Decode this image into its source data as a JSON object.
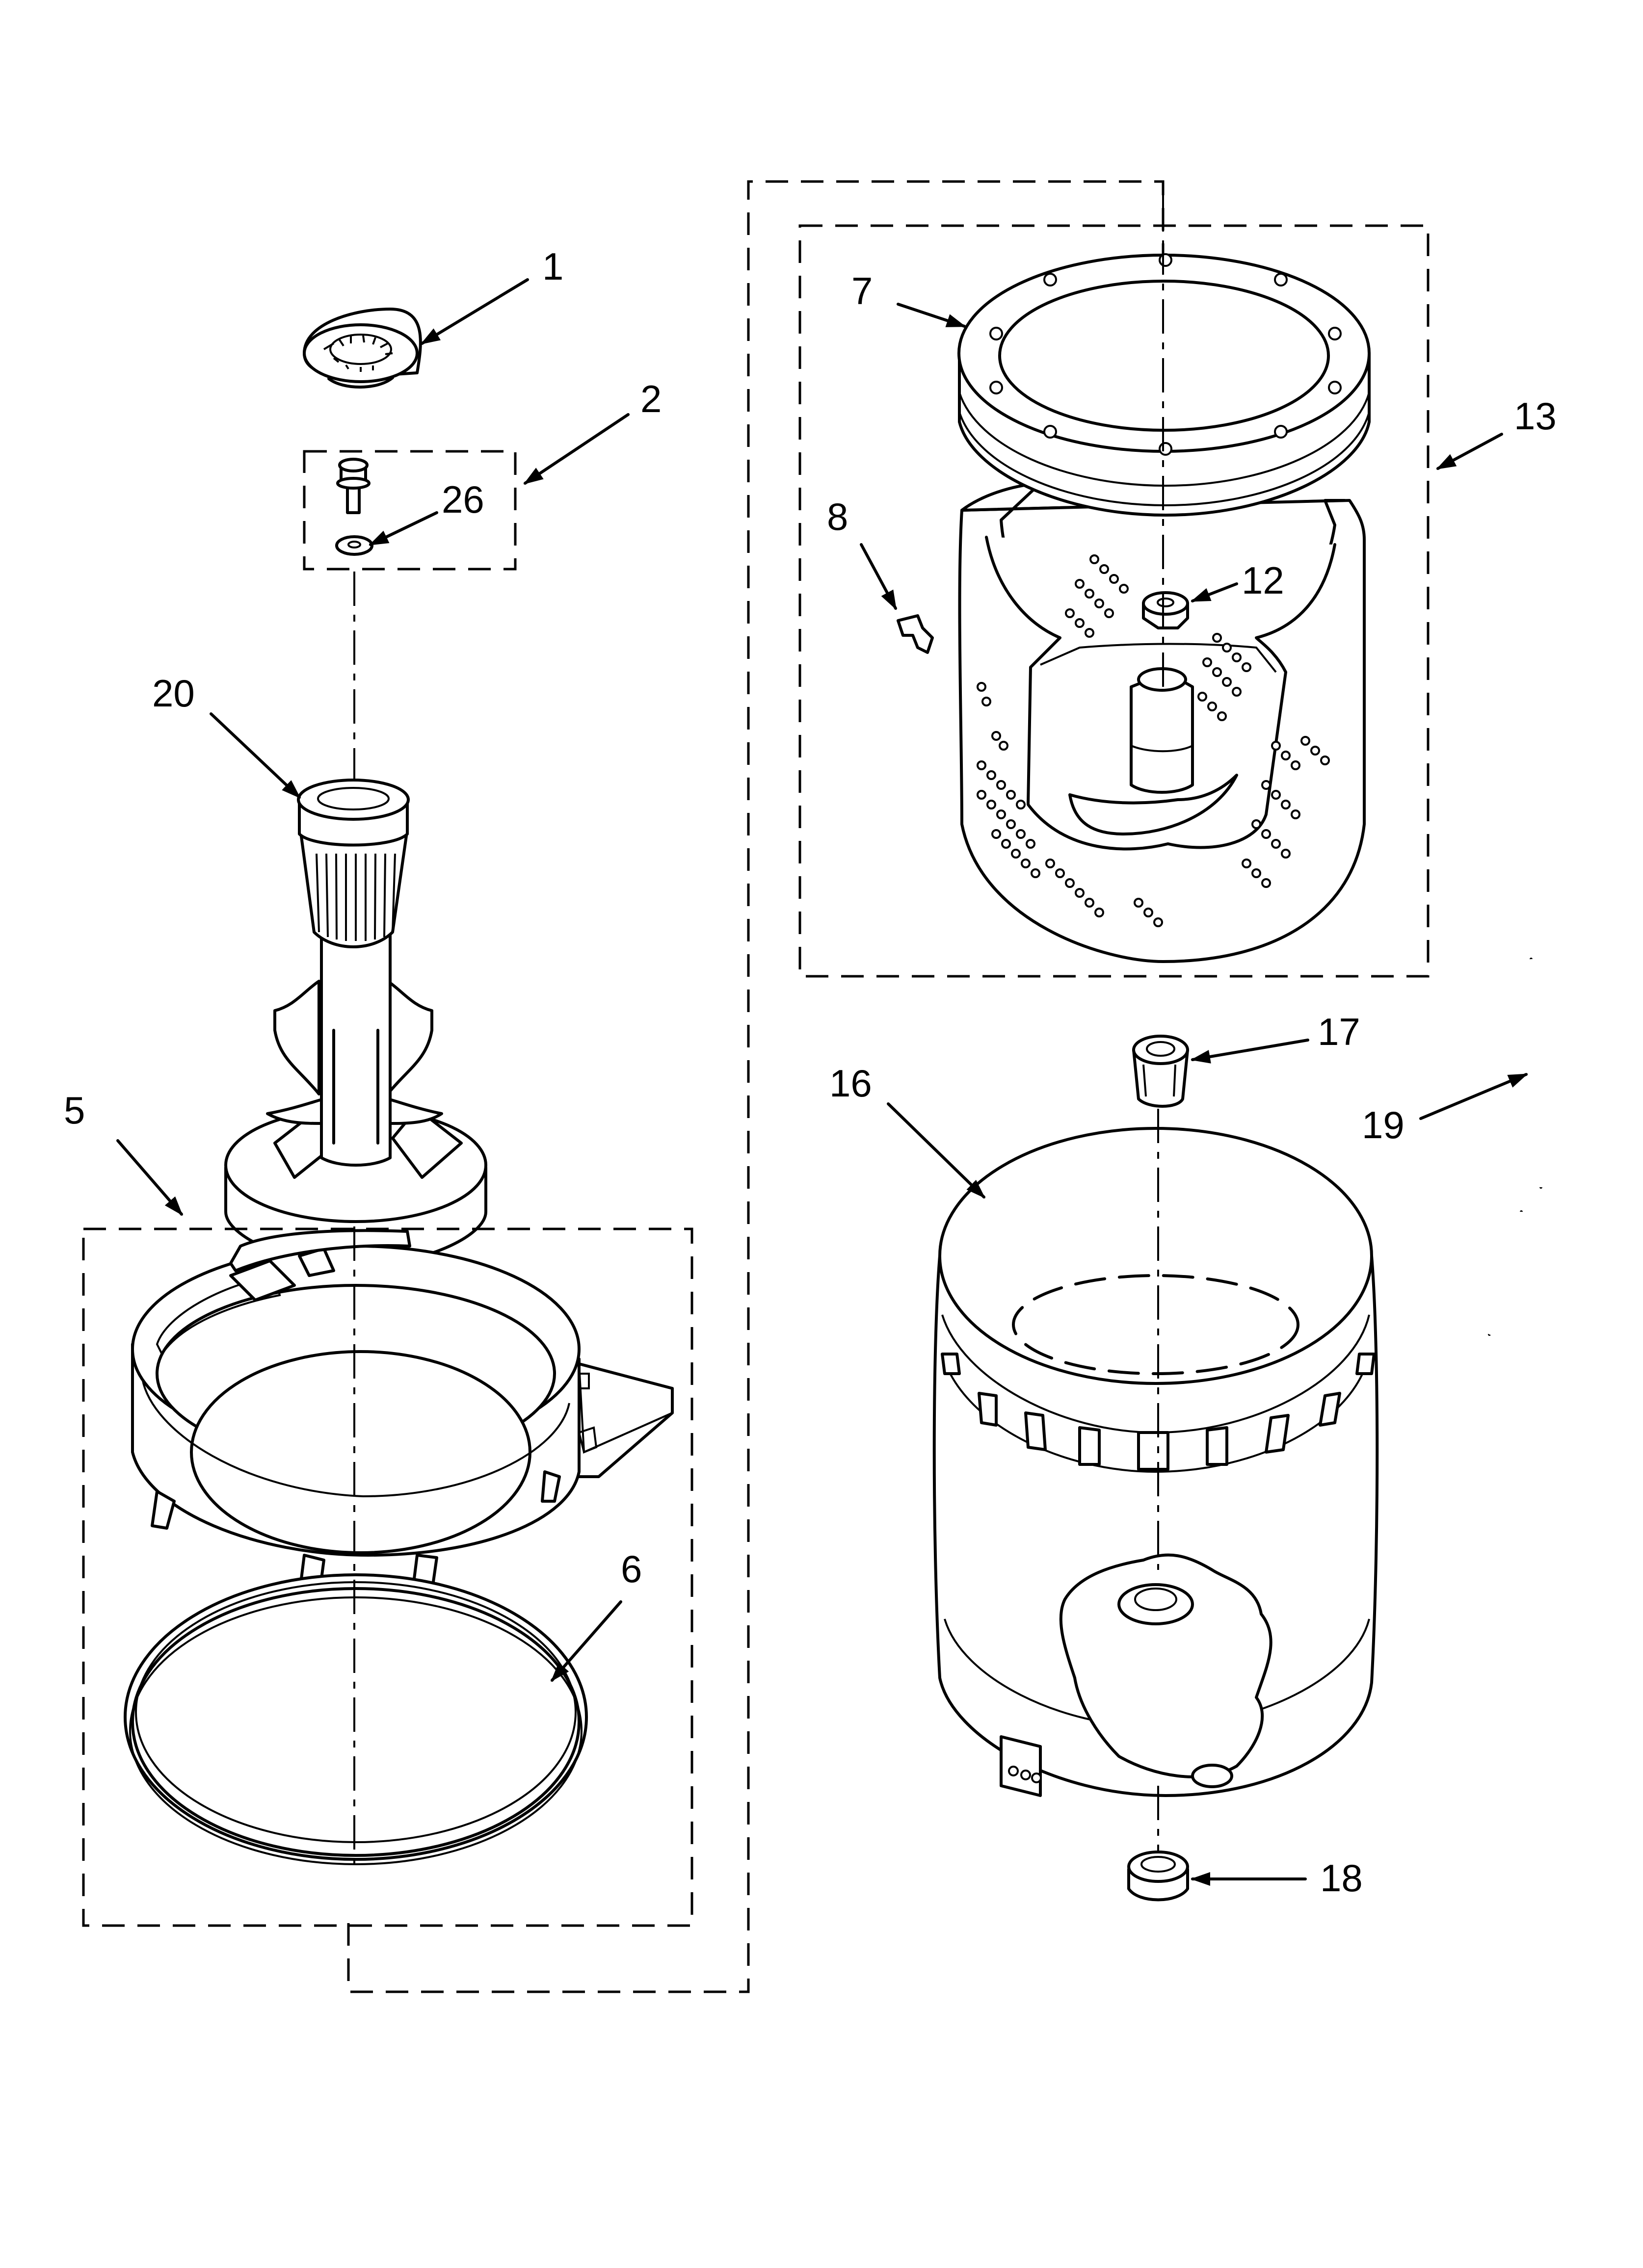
{
  "diagram": {
    "callouts": {
      "c1": "1",
      "c2": "2",
      "c5": "5",
      "c6": "6",
      "c7": "7",
      "c8": "8",
      "c12": "12",
      "c13": "13",
      "c16": "16",
      "c17": "17",
      "c18": "18",
      "c19": "19",
      "c20": "20",
      "c26": "26"
    }
  }
}
